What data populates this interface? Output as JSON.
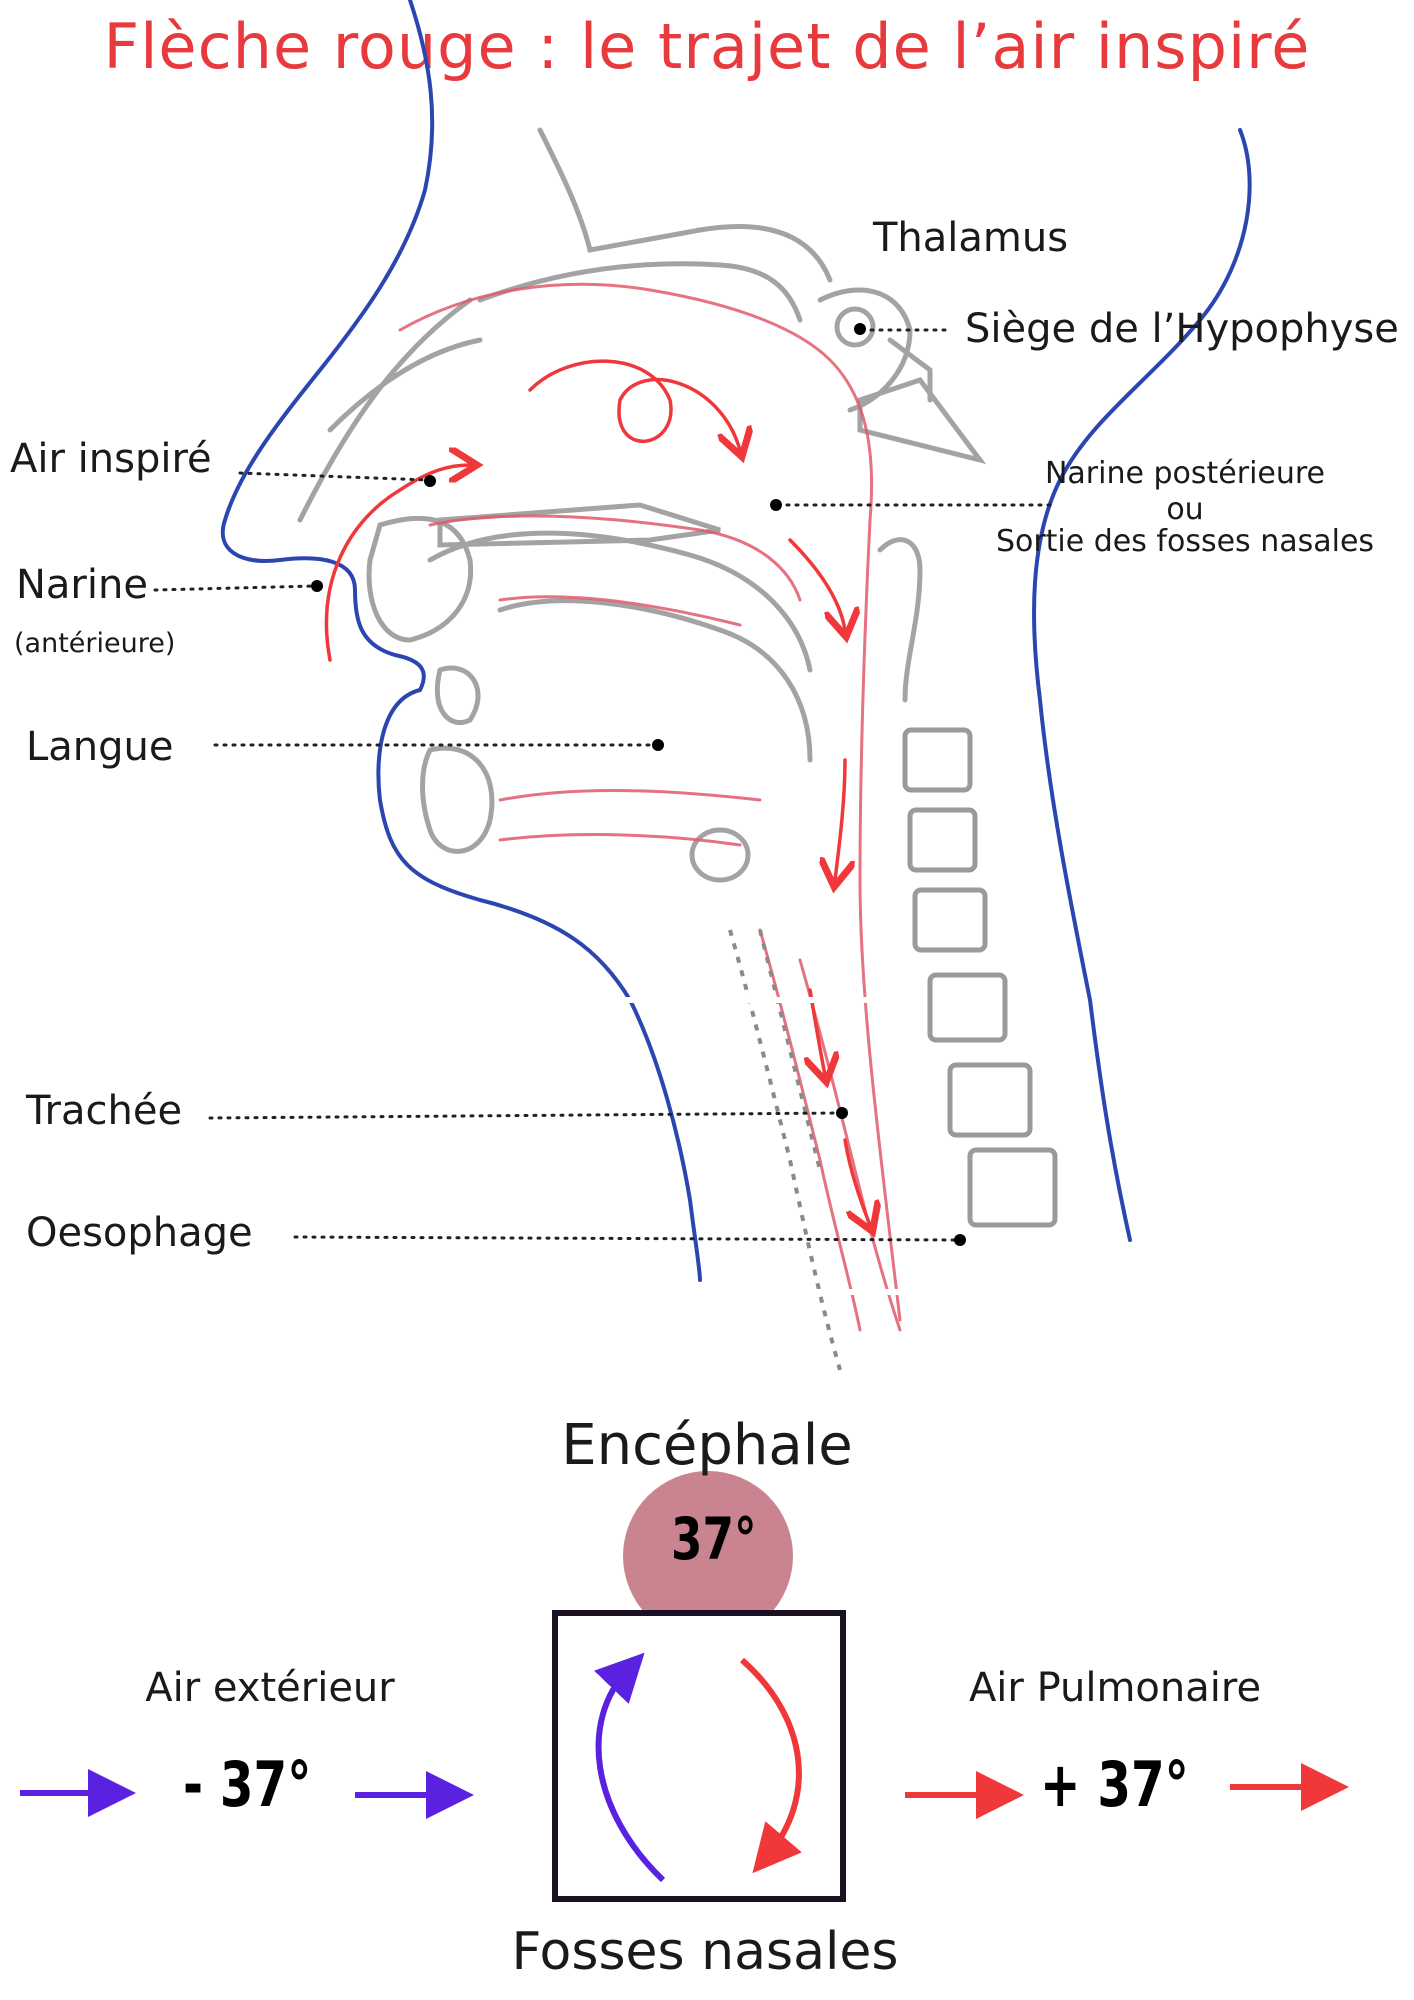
{
  "title": "Flèche rouge : le trajet de l’air inspiré",
  "labels": {
    "thalamus": "Thalamus",
    "siege_hypophyse": "Siège de l’Hypophyse",
    "air_inspire": "Air inspiré",
    "narine": "Narine",
    "narine_sub": "(antérieure)",
    "narine_posterieure": "Narine postérieure",
    "ou": "ou",
    "sortie_fosses": "Sortie des fosses nasales",
    "langue": "Langue",
    "trachee": "Trachée",
    "oesophage": "Oesophage"
  },
  "bottom": {
    "encephale": "Encéphale",
    "encephale_temp": "37°",
    "air_exterieur": "Air extérieur",
    "air_exterieur_temp": "- 37°",
    "air_pulmonaire": "Air Pulmonaire",
    "air_pulmonaire_temp": "+ 37°",
    "fosses_nasales": "Fosses nasales"
  },
  "colors": {
    "red_arrow": "#f0373a",
    "purple_arrow": "#5a22e0",
    "pink_circle": "#c9848f",
    "outline_blue": "#2b46b0",
    "sketch_gray": "#9a9a9a"
  }
}
